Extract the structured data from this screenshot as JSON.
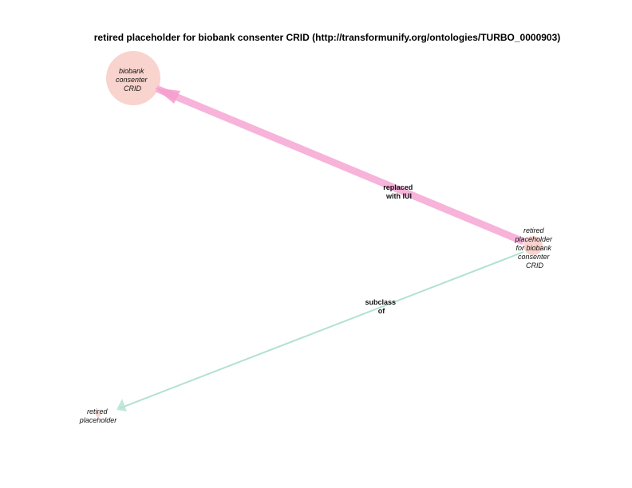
{
  "title": "retired placeholder for biobank consenter CRID (http://transformunify.org/ontologies/TURBO_0000903)",
  "colors": {
    "node_fill": "#f9d3cd",
    "edge_replaced": "#f7b3da",
    "edge_subclass": "#b2e2d0"
  },
  "nodes": {
    "crid": {
      "lines": [
        "biobank",
        "consenter",
        "CRID"
      ]
    },
    "retired_placeholder_for": {
      "lines": [
        "retired",
        "placeholder",
        "for biobank",
        "consenter",
        "CRID"
      ]
    },
    "retired_placeholder": {
      "lines": [
        "retired",
        "placeholder"
      ]
    }
  },
  "edges": {
    "replaced": {
      "lines": [
        "replaced",
        "with IUI"
      ]
    },
    "subclass": {
      "lines": [
        "subclass",
        "of"
      ]
    }
  }
}
